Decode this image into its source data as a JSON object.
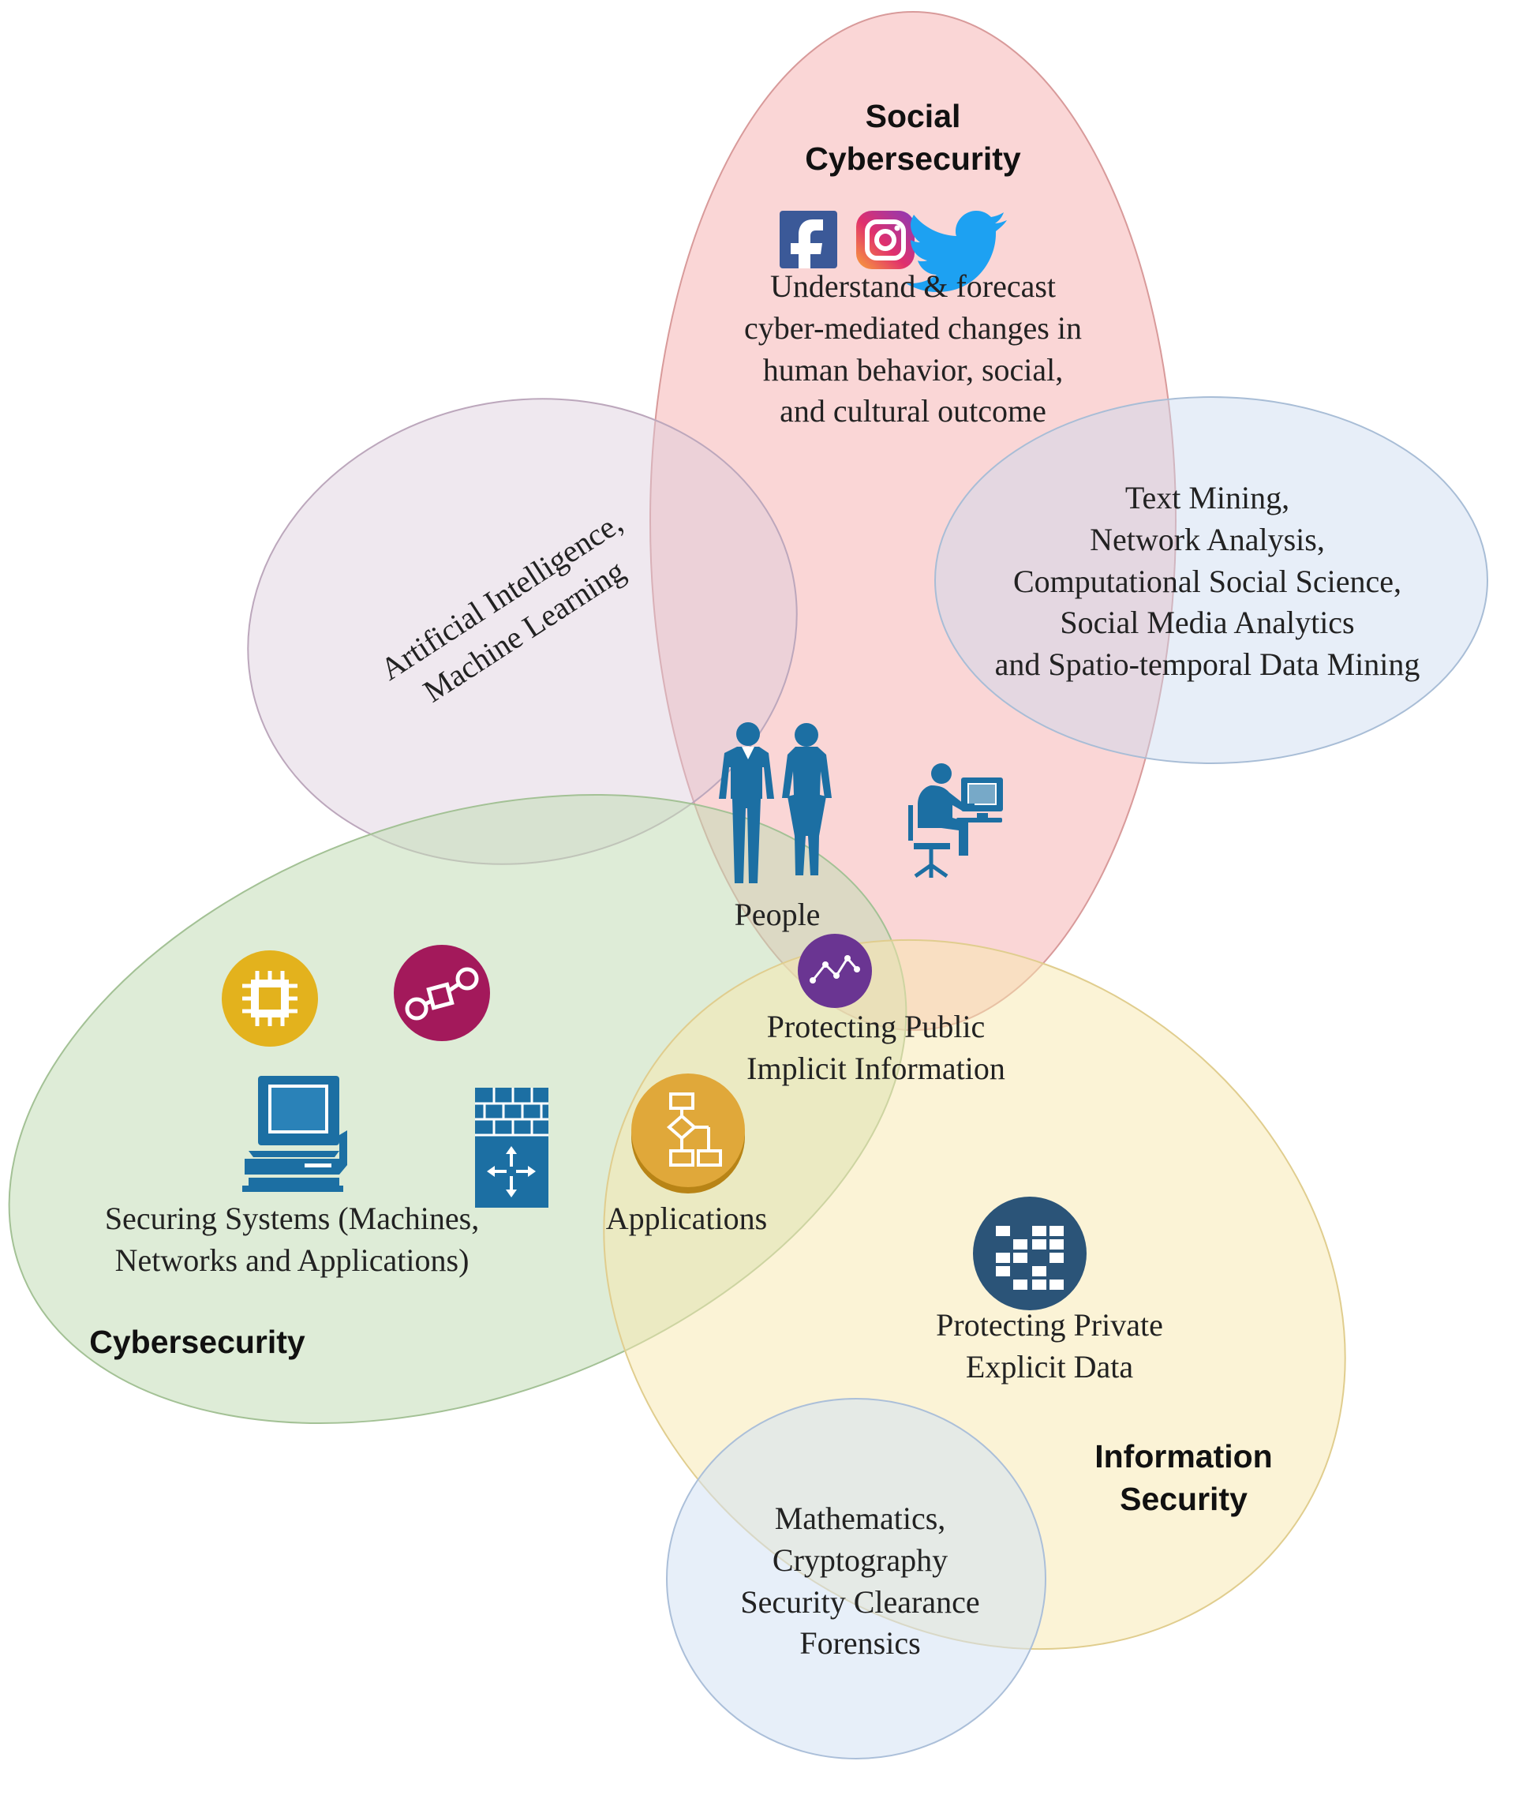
{
  "social_cybersecurity": {
    "title": [
      "Social",
      "Cybersecurity"
    ],
    "description": [
      "Understand & forecast",
      "cyber-mediated changes in",
      "human behavior, social,",
      "and cultural outcome"
    ],
    "icons": [
      "facebook-icon",
      "instagram-icon",
      "twitter-icon"
    ]
  },
  "ai_ml": {
    "text": [
      "Artificial Intelligence,",
      "Machine Learning"
    ]
  },
  "analytics": {
    "text": [
      "Text Mining,",
      "Network Analysis,",
      "Computational Social Science,",
      "Social Media Analytics",
      "and Spatio-temporal Data Mining"
    ]
  },
  "people": {
    "label": "People",
    "icons": [
      "businessman-icon",
      "businesswoman-icon",
      "computer-user-icon"
    ]
  },
  "public_info": {
    "text": [
      "Protecting Public",
      "Implicit Information"
    ],
    "icon": "line-chart-icon"
  },
  "cybersecurity": {
    "title": "Cybersecurity",
    "systems_text": [
      "Securing Systems (Machines,",
      "Networks and Applications)"
    ],
    "icons": [
      "chip-icon",
      "network-nodes-icon",
      "desktop-computer-icon",
      "firewall-icon"
    ]
  },
  "applications": {
    "label": "Applications",
    "icon": "flowchart-icon"
  },
  "information_security": {
    "title": [
      "Information",
      "Security"
    ],
    "private_text": [
      "Protecting Private",
      "Explicit Data"
    ],
    "icon": "data-grid-icon"
  },
  "math": {
    "text": [
      "Mathematics,",
      "Cryptography",
      "Security Clearance",
      "Forensics"
    ]
  },
  "colors": {
    "social": "#f8d0d0",
    "ai": "#e9dde9",
    "analytics": "#dbe6f3",
    "cyber": "#d5e6cc",
    "infosec": "#faefc8",
    "math": "#dee8f6",
    "icon_blue": "#1c6fa3",
    "gold": "#e3b21d",
    "magenta": "#a3195b",
    "purple": "#6a3592",
    "navy": "#2b5478"
  }
}
